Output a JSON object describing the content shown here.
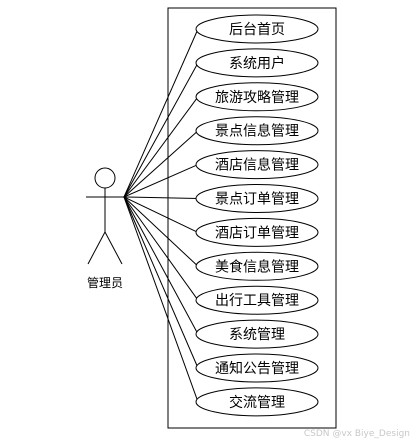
{
  "actor": {
    "label": "管理员"
  },
  "use_cases": [
    {
      "label": "后台首页"
    },
    {
      "label": "系统用户"
    },
    {
      "label": "旅游攻略管理"
    },
    {
      "label": "景点信息管理"
    },
    {
      "label": "酒店信息管理"
    },
    {
      "label": "景点订单管理"
    },
    {
      "label": "酒店订单管理"
    },
    {
      "label": "美食信息管理"
    },
    {
      "label": "出行工具管理"
    },
    {
      "label": "系统管理"
    },
    {
      "label": "通知公告管理"
    },
    {
      "label": "交流管理"
    }
  ],
  "watermark": "CSDN @vx Biye_Design"
}
